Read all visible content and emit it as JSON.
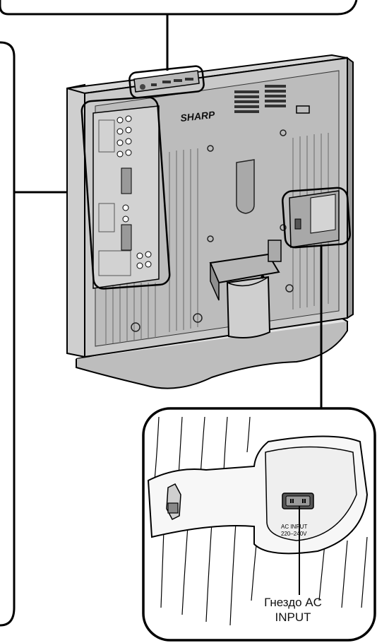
{
  "device": {
    "brand": "SHARP"
  },
  "ac_panel": {
    "marking_line1": "AC INPUT",
    "marking_line2": "220–240V"
  },
  "callout": {
    "label_line1": "Гнездо AC",
    "label_line2": "INPUT"
  }
}
